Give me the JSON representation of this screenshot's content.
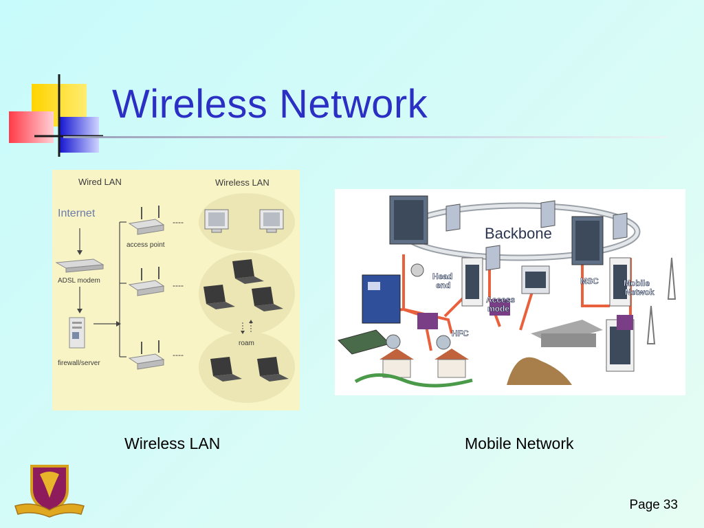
{
  "slide": {
    "title": "Wireless Network",
    "page_label": "Page",
    "page_number": "33"
  },
  "left_figure": {
    "caption": "Wireless LAN",
    "wired_label": "Wired LAN",
    "wireless_label": "Wireless LAN",
    "internet_label": "Internet",
    "access_point_label": "access point",
    "modem_label": "ADSL modem",
    "server_label": "firewall/server",
    "roam_label": "roam",
    "dashes": "----"
  },
  "right_figure": {
    "caption": "Mobile Network",
    "backbone_label": "Backbone",
    "headend_label": [
      "Head",
      "end"
    ],
    "access_label": [
      "Access",
      "mode"
    ],
    "hfc_label": "HFC",
    "msc_label": "MSC",
    "mobile_label": [
      "Mobile",
      "Netwok"
    ]
  },
  "colors": {
    "title": "#2b2fc4",
    "lan_panel": "#f8f4c6",
    "lan_ellipse": "#ebe6b4",
    "cable": "#e8603c"
  }
}
